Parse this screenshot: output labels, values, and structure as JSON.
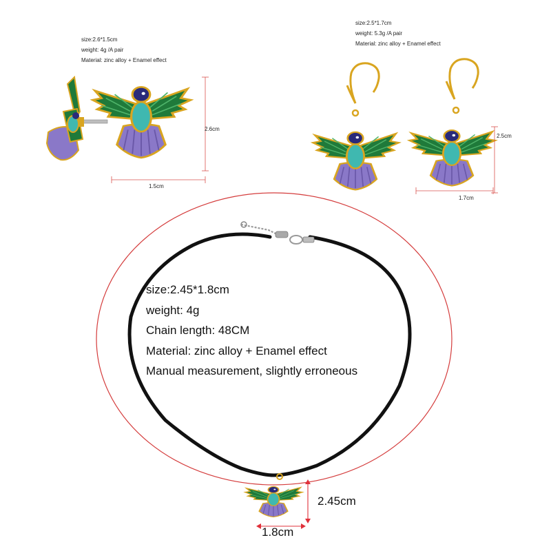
{
  "studs": {
    "specs": [
      "size:2.6*1.5cm",
      "weight: 4g /A pair",
      "Material: zinc alloy + Enamel effect"
    ],
    "height_label": "2.6cm",
    "width_label": "1.5cm"
  },
  "hooks": {
    "specs": [
      "size:2.5*1.7cm",
      "weight: 5.3g /A pair",
      "Material: zinc alloy + Enamel effect"
    ],
    "height_label": "2.5cm",
    "width_label": "1.7cm"
  },
  "necklace": {
    "specs": [
      "size:2.45*1.8cm",
      "weight: 4g",
      "Chain length: 48CM",
      "Material: zinc alloy + Enamel effect",
      "Manual measurement, slightly erroneous"
    ],
    "height_label": "2.45cm",
    "width_label": "1.8cm"
  },
  "colors": {
    "wing_green": "#1f7a3a",
    "body_teal": "#3fb8b0",
    "tail_purple": "#8a78c8",
    "gold": "#d9a520",
    "cord": "#111111",
    "measure_red": "#d9534f"
  }
}
